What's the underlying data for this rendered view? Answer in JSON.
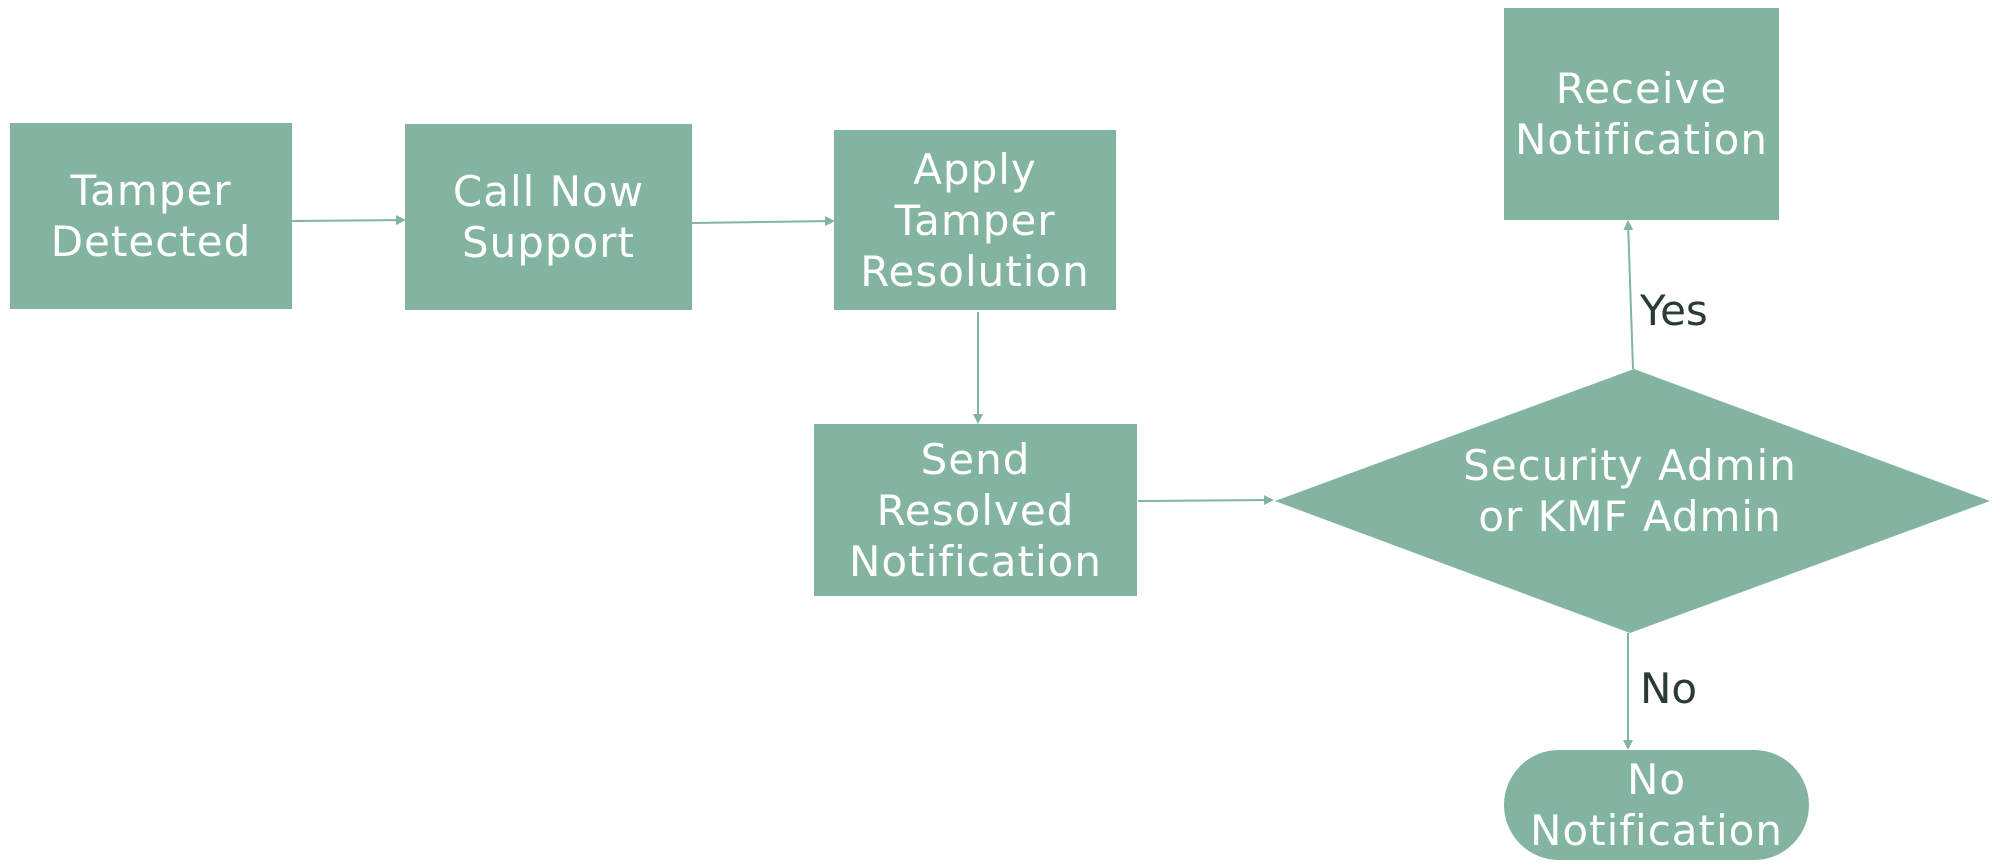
{
  "colors": {
    "node_fill": "#82b4a0",
    "node_text": "#ffffff",
    "connector": "#82b4a0",
    "edge_label": "#2a3a37"
  },
  "nodes": {
    "tamper_detected": "Tamper\nDetected",
    "call_now_support": "Call Now\nSupport",
    "apply_tamper_resolution": "Apply\nTamper\nResolution",
    "send_resolved_notification": "Send\nResolved\nNotification",
    "admin_decision": "Security Admin\nor KMF Admin",
    "receive_notification": "Receive\nNotification",
    "no_notification": "No\nNotification"
  },
  "edges": {
    "yes_label": "Yes",
    "no_label": "No"
  }
}
